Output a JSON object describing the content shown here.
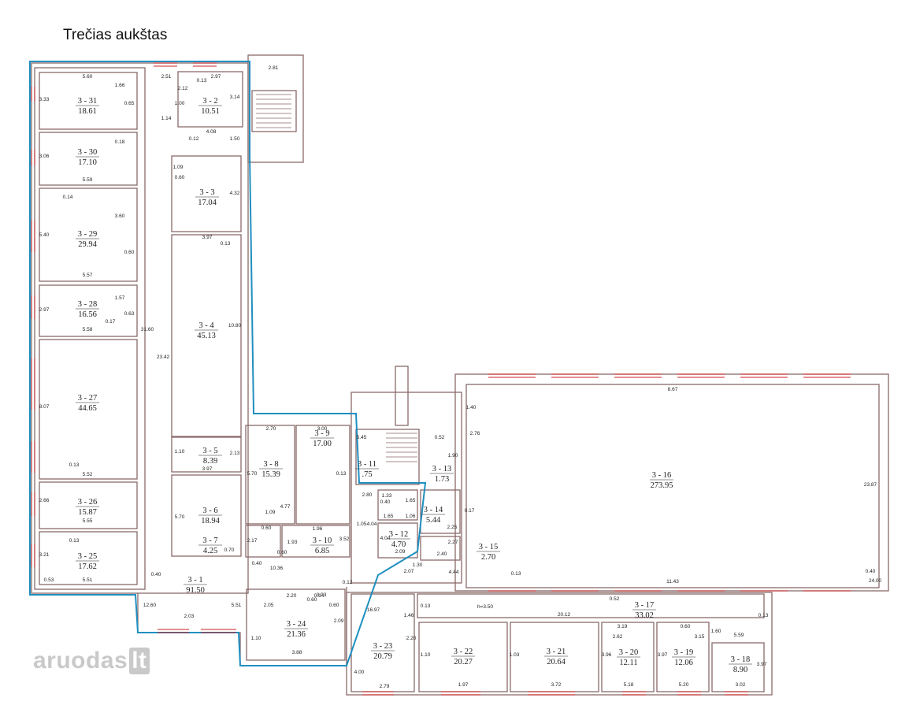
{
  "title": "Trečias aukštas",
  "watermark": {
    "text": "aruodas",
    "suffix": "lt"
  },
  "colors": {
    "wall": "#8a6a6a",
    "dim": "#c22",
    "border": "#1f8fc0",
    "text": "#222"
  },
  "rooms": [
    {
      "id": "3 - 31",
      "area": "18.61"
    },
    {
      "id": "3 - 30",
      "area": "17.10"
    },
    {
      "id": "3 - 29",
      "area": "29.94"
    },
    {
      "id": "3 - 28",
      "area": "16.56"
    },
    {
      "id": "3 - 27",
      "area": "44.65"
    },
    {
      "id": "3 - 26",
      "area": "15.87"
    },
    {
      "id": "3 - 25",
      "area": "17.62"
    },
    {
      "id": "3 - 2",
      "area": "10.51"
    },
    {
      "id": "3 - 3",
      "area": "17.04"
    },
    {
      "id": "3 - 4",
      "area": "45.13"
    },
    {
      "id": "3 - 5",
      "area": "8.39"
    },
    {
      "id": "3 - 6",
      "area": "18.94"
    },
    {
      "id": "3 - 7",
      "area": "4.25"
    },
    {
      "id": "3 - 8",
      "area": "15.39"
    },
    {
      "id": "3 - 9",
      "area": "17.00"
    },
    {
      "id": "3 - 10",
      "area": "6.85"
    },
    {
      "id": "3 - 1",
      "area": "91.50"
    },
    {
      "id": "3 - 24",
      "area": "21.36"
    },
    {
      "id": "3 - 11",
      "area": ".75"
    },
    {
      "id": "3 - 13",
      "area": "1.73"
    },
    {
      "id": "3 - 14",
      "area": "5.44"
    },
    {
      "id": "3 - 12",
      "area": "4.70"
    },
    {
      "id": "3 - 15",
      "area": "2.70"
    },
    {
      "id": "3 - 16",
      "area": "273.95"
    },
    {
      "id": "3 - 17",
      "area": "33.02"
    },
    {
      "id": "3 - 23",
      "area": "20.79"
    },
    {
      "id": "3 - 22",
      "area": "20.27"
    },
    {
      "id": "3 - 21",
      "area": "20.64"
    },
    {
      "id": "3 - 20",
      "area": "12.11"
    },
    {
      "id": "3 - 19",
      "area": "12.06"
    },
    {
      "id": "3 - 18",
      "area": "8.90"
    }
  ],
  "dims": [
    "5.60",
    "1.66",
    "3.33",
    "0.65",
    "2.51",
    "0.13",
    "2.97",
    "2.12",
    "3.14",
    "1.00",
    "1.14",
    "2.81",
    "4.08",
    "0.12",
    "1.50",
    "0.18",
    "3.06",
    "5.59",
    "0.60",
    "1.09",
    "4.32",
    "0.14",
    "3.60",
    "5.40",
    "0.60",
    "5.57",
    "3.97",
    "0.13",
    "1.57",
    "2.97",
    "0.17",
    "0.63",
    "5.58",
    "10.80",
    "23.42",
    "31.60",
    "8.07",
    "0.13",
    "5.52",
    "2.66",
    "5.55",
    "0.13",
    "3.21",
    "5.51",
    "0.53",
    "0.40",
    "1.10",
    "2.13",
    "3.97",
    "2.70",
    "3.00",
    "5.70",
    "0.13",
    "5.70",
    "4.77",
    "1.09",
    "0.60",
    "2.17",
    "1.96",
    "3.52",
    "1.93",
    "0.60",
    "0.70",
    "0.40",
    "10.36",
    "0.12",
    "12.60",
    "2.03",
    "5.51",
    "2.05",
    "2.20",
    "0.60",
    "0.14",
    "0.60",
    "1.10",
    "2.09",
    "3.88",
    "5.45",
    "0.52",
    "1.90",
    "2.80",
    "1.33",
    "0.40",
    "1.65",
    "1.65",
    "1.06",
    "1.05",
    "4.04",
    "4.04",
    "2.09",
    "2.25",
    "2.27",
    "2.40",
    "1.30",
    "2.07",
    "4.44",
    "0.17",
    "1.40",
    "8.67",
    "2.76",
    "23.87",
    "0.13",
    "11.43",
    "0.40",
    "24.00",
    "0.52",
    "h=3.50",
    "20.12",
    "0.13",
    "16.97",
    "1.46",
    "2.20",
    "0.13",
    "5.59",
    "2.62",
    "3.15",
    "1.60",
    "1.10",
    "1.03",
    "3.96",
    "3.97",
    "3.97",
    "4.00",
    "2.79",
    "1.97",
    "3.72",
    "5.18",
    "5.20",
    "3.02",
    "3.03",
    "3.19",
    "0.60",
    "0.60",
    "0.13"
  ]
}
